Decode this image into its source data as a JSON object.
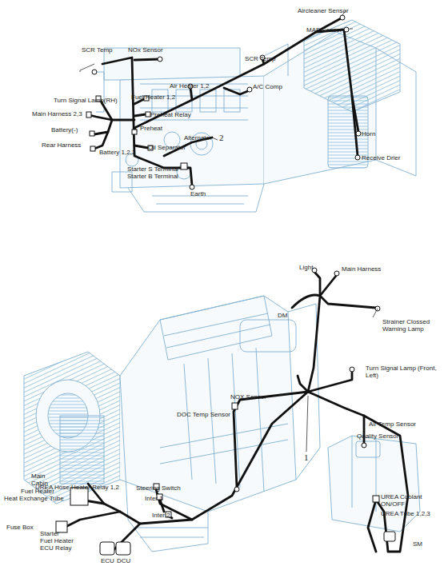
{
  "diagram": {
    "labels": [
      "Aircleaner Sensor",
      "MAF Sensor",
      "SCR Temp",
      "NOx Sensor",
      "SCR Temp",
      "Air Heater 1,2",
      "A/C Comp",
      "Fuel Heater 1,2",
      "Preheat Relay",
      "Turn Signal Lamp(RH)",
      "Main Harness 2,3",
      "Battery(-)",
      "Preheat",
      "Rear Harness",
      "Battery 1,2,3",
      "Oil Separator",
      "Alternator",
      "2",
      "Horn",
      "Receive Drier",
      "Starter S Terminal",
      "Starter B Terminal",
      "Earth",
      "Light",
      "Main Harness",
      "DM",
      "Strainer Clossed Warning Lamp",
      "Turn Signal Lamp (Front, Left)",
      "NOX Sensor",
      "DOC Temp Sensor",
      "Air Temp Sensor",
      "1",
      "Quality Sensor",
      "Main Cabin",
      "Fuel Heater",
      "Heat Exchange Tube",
      "UREA Hose Heater Relay 1,2",
      "Steering Switch",
      "Inter 1",
      "Inter 2",
      "Fuse Box",
      "Starter",
      "Fuel Heater",
      "ECU Relay",
      "ECU",
      "DCU",
      "UREA Coolant ON/OFF",
      "UREA Tube 1,2,3",
      "SM"
    ]
  }
}
